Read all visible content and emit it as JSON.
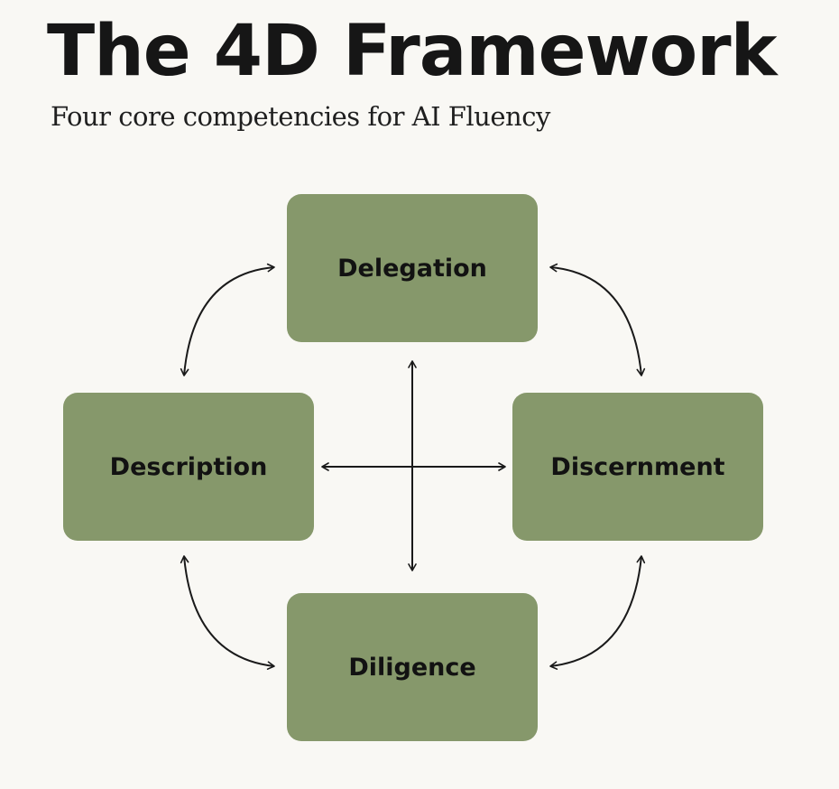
{
  "header": {
    "title": "The 4D Framework",
    "subtitle": "Four core competencies for AI Fluency"
  },
  "nodes": {
    "delegation": "Delegation",
    "description": "Description",
    "discernment": "Discernment",
    "diligence": "Diligence"
  },
  "colors": {
    "background": "#f9f8f4",
    "node_fill": "#86986b",
    "text": "#161616",
    "arrow": "#1a1a1a"
  }
}
